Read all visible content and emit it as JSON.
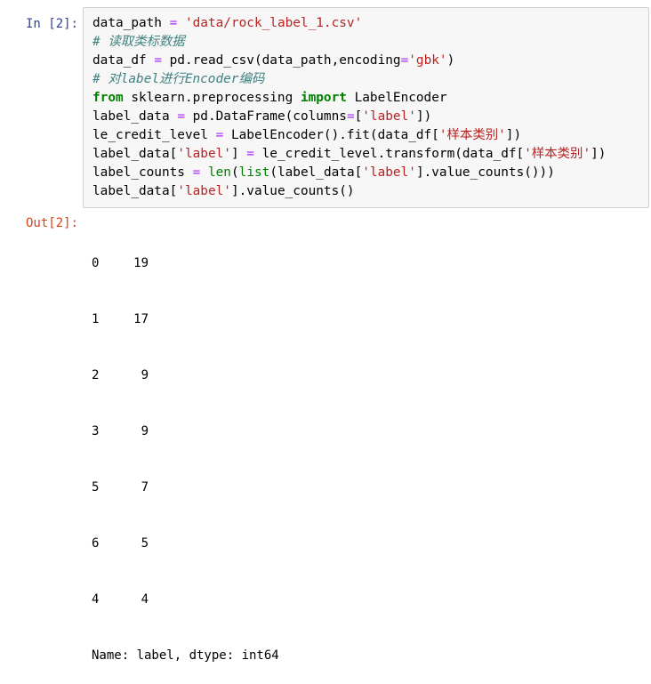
{
  "input_prompt": "In  [2]:",
  "output_prompt": "Out[2]:",
  "code": {
    "l1": {
      "a": "data_path ",
      "b": "=",
      "c": " ",
      "d": "'data/rock_label_1.csv'"
    },
    "l2": "# 读取类标数据",
    "l3": {
      "a": "data_df ",
      "b": "=",
      "c": " pd.read_csv(data_path,encoding",
      "d": "=",
      "e": "'gbk'",
      "f": ")"
    },
    "l4": "# 对label进行Encoder编码",
    "l5": {
      "a": "from",
      "b": " sklearn.preprocessing ",
      "c": "import",
      "d": " LabelEncoder"
    },
    "l6": {
      "a": "label_data ",
      "b": "=",
      "c": " pd.DataFrame(columns",
      "d": "=",
      "e": "[",
      "f": "'label'",
      "g": "])"
    },
    "l7": {
      "a": "le_credit_level ",
      "b": "=",
      "c": " LabelEncoder().fit(data_df[",
      "d": "'样本类别'",
      "e": "])"
    },
    "l8": {
      "a": "label_data[",
      "b": "'label'",
      "c": "] ",
      "d": "=",
      "e": " le_credit_level.transform(data_df[",
      "f": "'样本类别'",
      "g": "])"
    },
    "l9": {
      "a": "label_counts ",
      "b": "=",
      "c": " ",
      "d": "len",
      "e": "(",
      "f": "list",
      "g": "(label_data[",
      "h": "'label'",
      "i": "].value_counts()))"
    },
    "l10": {
      "a": "label_data[",
      "b": "'label'",
      "c": "].value_counts()"
    }
  },
  "output": {
    "rows": [
      {
        "index": "0",
        "value": "19"
      },
      {
        "index": "1",
        "value": "17"
      },
      {
        "index": "2",
        "value": "9"
      },
      {
        "index": "3",
        "value": "9"
      },
      {
        "index": "5",
        "value": "7"
      },
      {
        "index": "6",
        "value": "5"
      },
      {
        "index": "4",
        "value": "4"
      }
    ],
    "footer": "Name: label, dtype: int64"
  }
}
